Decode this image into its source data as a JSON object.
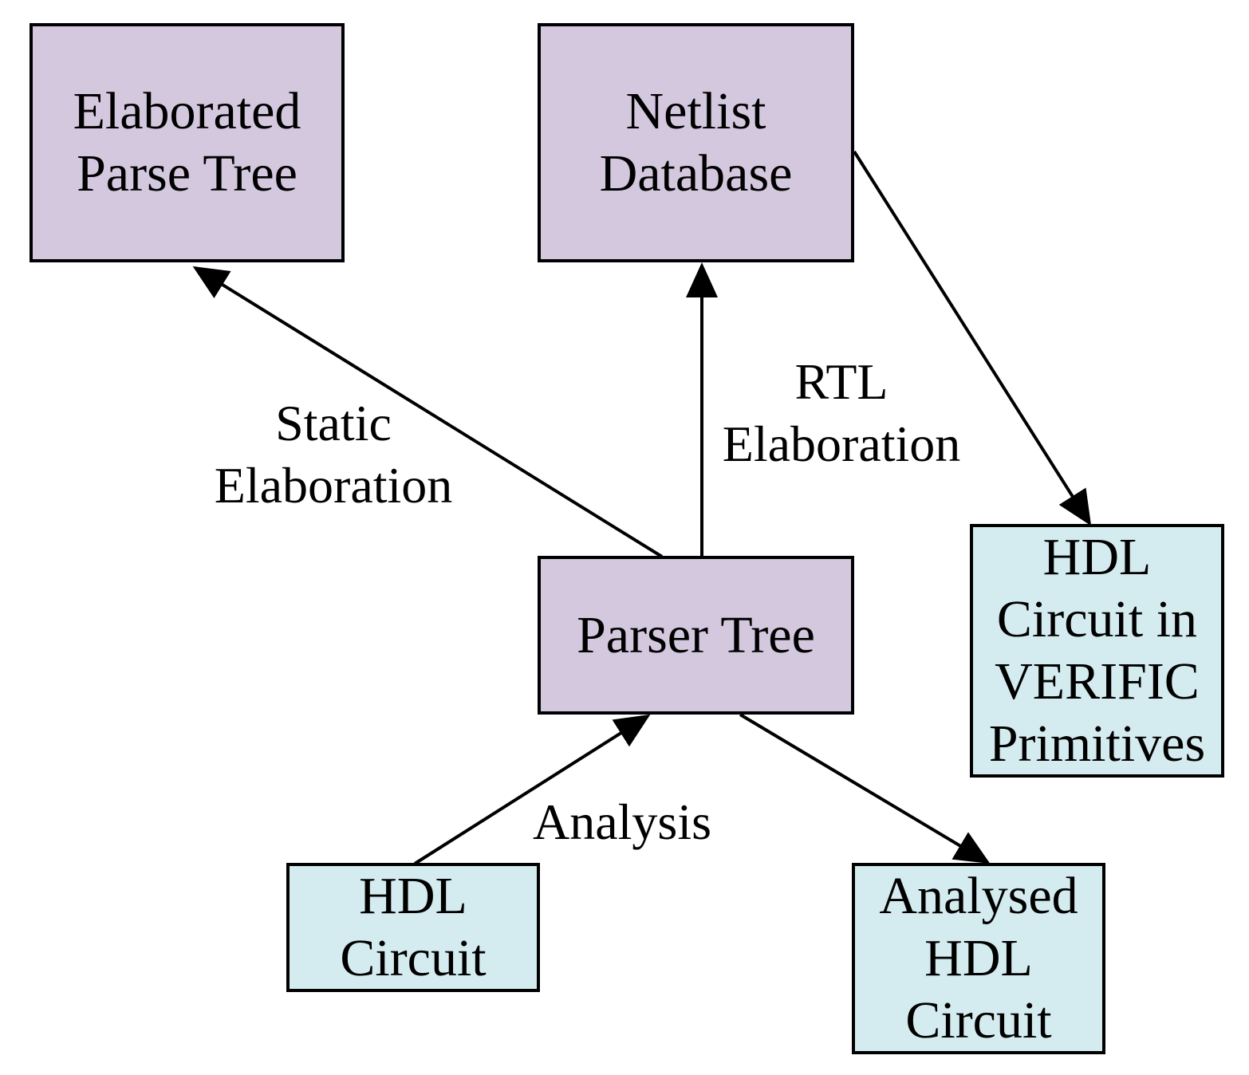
{
  "nodes": {
    "elaborated": {
      "label": "Elaborated\nParse Tree",
      "color": "#d3c8de"
    },
    "netlist": {
      "label": "Netlist\nDatabase",
      "color": "#d3c8de"
    },
    "parser": {
      "label": "Parser Tree",
      "color": "#d3c8de"
    },
    "verific": {
      "label": "HDL\nCircuit in\nVERIFIC\nPrimitives",
      "color": "#d4ebef"
    },
    "hdl": {
      "label": "HDL\nCircuit",
      "color": "#d4ebef"
    },
    "analysed": {
      "label": "Analysed\nHDL\nCircuit",
      "color": "#d4ebef"
    }
  },
  "edges": {
    "static": {
      "from": "parser",
      "to": "elaborated",
      "label": "Static\nElaboration"
    },
    "rtl": {
      "from": "parser",
      "to": "netlist",
      "label": "RTL\nElaboration"
    },
    "analysis": {
      "from": "hdl",
      "to": "parser",
      "label": "Analysis"
    },
    "netlist_to_verific": {
      "from": "netlist",
      "to": "verific",
      "label": ""
    },
    "parser_to_analysed": {
      "from": "parser",
      "to": "analysed",
      "label": ""
    }
  }
}
